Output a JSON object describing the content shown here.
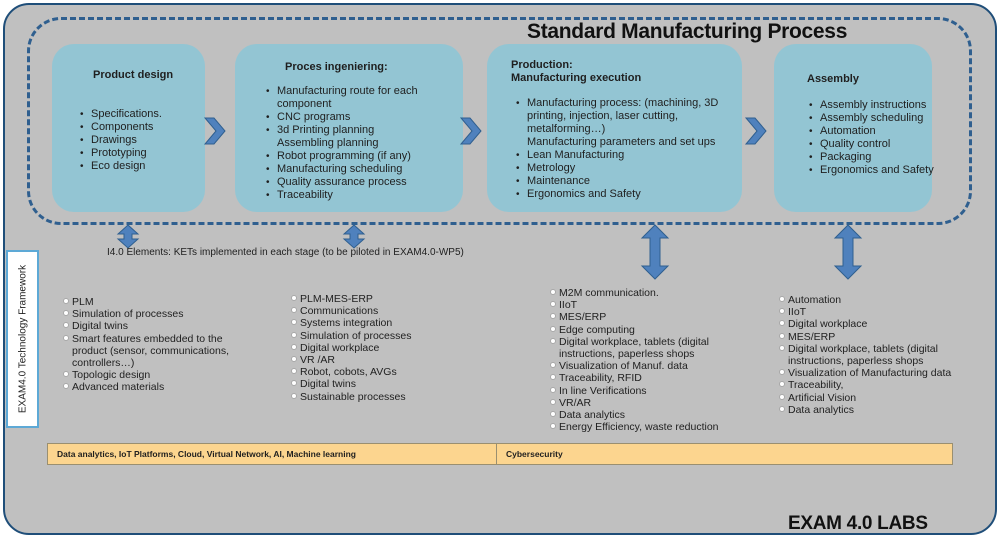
{
  "title": "Standard Manufacturing Process",
  "stages": [
    {
      "title": "Product design",
      "items": [
        "Specifications.",
        "Components",
        "Drawings",
        "Prototyping",
        "Eco design"
      ]
    },
    {
      "title": "Proces ingeniering:",
      "items": [
        "Manufacturing route for each component",
        "CNC programs",
        "3d Printing planning\nAssembling planning",
        "Robot programming (if any)",
        "Manufacturing scheduling",
        "Quality assurance process",
        "Traceability"
      ]
    },
    {
      "title": "Production:\nManufacturing execution",
      "items": [
        "Manufacturing process: (machining, 3D printing, injection, laser cutting, metalforming…)\nManufacturing parameters and set ups",
        "Lean Manufacturing",
        "Metrology",
        "Maintenance",
        "Ergonomics and Safety"
      ]
    },
    {
      "title": "Assembly",
      "items": [
        "Assembly instructions",
        "Assembly scheduling",
        "Automation",
        "Quality control",
        "Packaging",
        "Ergonomics and Safety"
      ]
    }
  ],
  "framework_label": "EXAM4.0 Technology Framework",
  "ket_label": "I4.0 Elements:  KETs implemented  in each stage (to be piloted in EXAM4.0-WP5)",
  "columns": [
    {
      "items": [
        "PLM",
        "Simulation  of processes",
        "Digital  twins",
        "Smart features embedded to the product (sensor, communications, controllers…)",
        " Topologic design",
        "Advanced materials"
      ]
    },
    {
      "items": [
        "PLM-MES-ERP",
        "Communications",
        "Systems integration",
        "Simulation  of processes",
        "Digital  workplace",
        "VR /AR",
        "Robot,  cobots, AVGs",
        "Digital  twins",
        "Sustainable processes"
      ]
    },
    {
      "items": [
        "M2M  communication.",
        "IIoT",
        "MES/ERP",
        "Edge  computing",
        "Digital  workplace, tablets (digital instructions, paperless shops",
        "Visualization of Manuf. data",
        " Traceability, RFID",
        "In line  Verifications",
        "VR/AR",
        "Data  analytics",
        "Energy Efficiency, waste reduction"
      ]
    },
    {
      "items": [
        "Automation",
        "IIoT",
        "Digital  workplace",
        "MES/ERP",
        "Digital  workplace, tablets (digital instructions, paperless shops",
        "Visualization of Manufacturing data",
        " Traceability,",
        "Artificial Vision",
        "Data  analytics"
      ]
    }
  ],
  "bars": {
    "data": "Data analytics, IoT Platforms, Cloud, Virtual Network, AI, Machine learning",
    "cyber": "Cybersecurity"
  },
  "footer": "EXAM 4.0 LABS",
  "colors": {
    "stage": "#93c5d3",
    "arrow": "#4f81bd",
    "bar": "#fcd58f",
    "background": "#c0c0c0"
  }
}
